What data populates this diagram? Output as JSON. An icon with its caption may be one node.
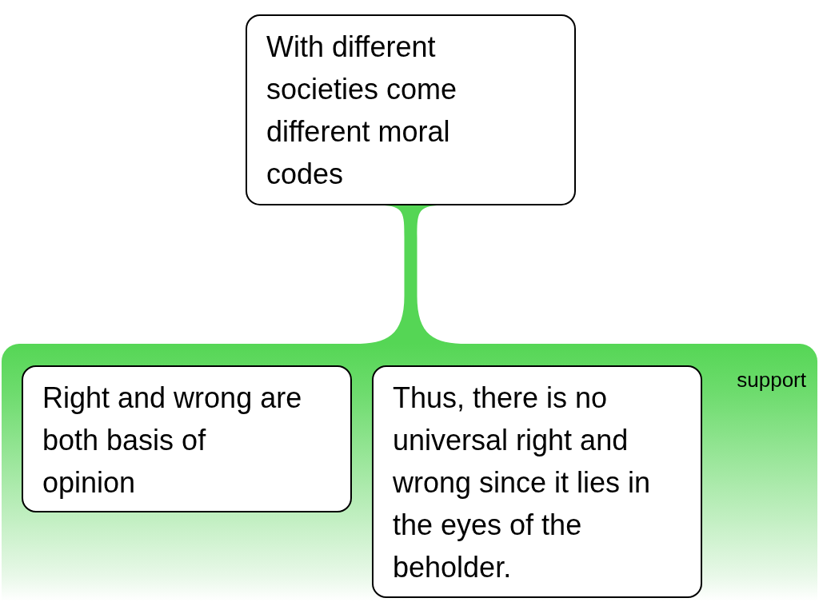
{
  "diagram": {
    "nodes": [
      {
        "text": [
          "With different societies come different moral codes"
        ]
      },
      {
        "text": [
          "support"
        ]
      },
      {
        "text": [
          "Right and wrong are both basis of opinion"
        ],
        "in": 1
      },
      {
        "text": [
          "Thus, there is no universal right and wrong since it lies in the eyes of the beholder."
        ],
        "in": 1
      }
    ],
    "edges": [
      {
        "from": 1,
        "to": 0,
        "arrow": "none"
      }
    ]
  }
}
